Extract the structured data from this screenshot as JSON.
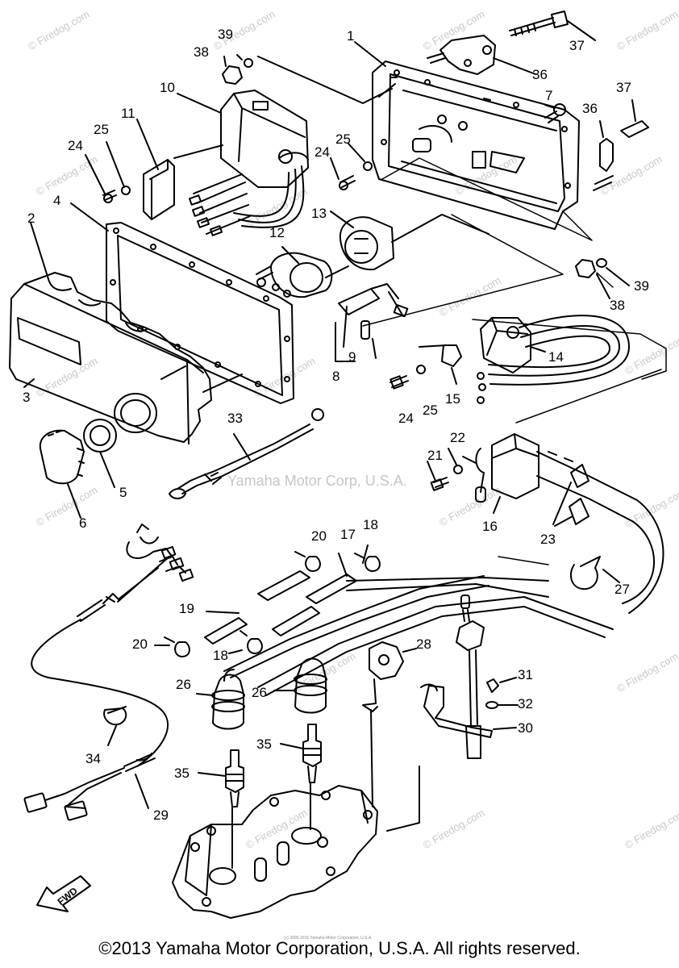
{
  "watermarks": [
    "© Firedog.com",
    "© Firedog.com",
    "© Firedog.com",
    "© Firedog.com",
    "© Firedog.com",
    "© Firedog.com",
    "© Firedog.com",
    "© Firedog.com",
    "© Firedog.com",
    "© Firedog.com",
    "© Firedog.com",
    "© Firedog.com",
    "© Firedog.com",
    "© Firedog.com",
    "© Firedog.com",
    "© Firedog.com",
    "© Firedog.com",
    "© Firedog.com",
    "© Firedog.com",
    "© Firedog.com"
  ],
  "mid_credit": "Yamaha Motor Corp, U.S.A.",
  "tiny_credit": "(c) 2005-2015 Yamaha Motor Corporation, U.S.A.",
  "fwd_label": "FWD",
  "copyright": "©2013 Yamaha Motor Corporation, U.S.A. All rights reserved.",
  "callouts": {
    "c1": "1",
    "c2": "2",
    "c3": "3",
    "c4": "4",
    "c5": "5",
    "c6": "6",
    "c7": "7",
    "c8": "8",
    "c9": "9",
    "c10": "10",
    "c11": "11",
    "c12": "12",
    "c13": "13",
    "c14": "14",
    "c15": "15",
    "c16": "16",
    "c17": "17",
    "c18a": "18",
    "c18b": "18",
    "c19": "19",
    "c20a": "20",
    "c20b": "20",
    "c21": "21",
    "c22": "22",
    "c23": "23",
    "c24a": "24",
    "c24b": "24",
    "c24c": "24",
    "c25a": "25",
    "c25b": "25",
    "c25c": "25",
    "c26a": "26",
    "c26b": "26",
    "c27": "27",
    "c28": "28",
    "c29": "29",
    "c30": "30",
    "c31": "31",
    "c32": "32",
    "c33": "33",
    "c34": "34",
    "c35a": "35",
    "c35b": "35",
    "c36a": "36",
    "c36b": "36",
    "c37a": "37",
    "c37b": "37",
    "c38a": "38",
    "c38b": "38",
    "c39a": "39",
    "c39b": "39"
  }
}
